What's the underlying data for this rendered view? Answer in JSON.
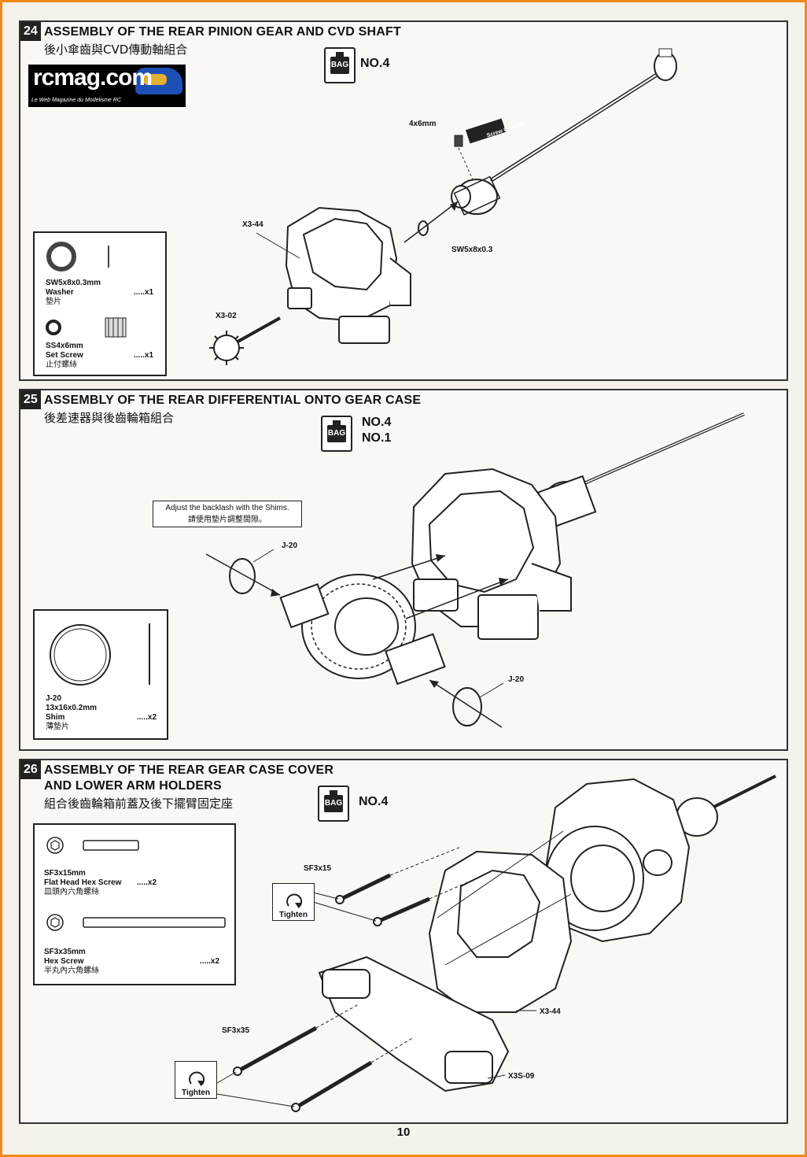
{
  "logo": {
    "text": "rcmag.com",
    "tagline": "Le Web Magazine du Modelisme RC"
  },
  "s24": {
    "number": "24",
    "title": "ASSEMBLY OF THE REAR PINION GEAR AND CVD SHAFT",
    "subtitle": "後小傘齒與CVD傳動軸組合",
    "bag_label": "BAG",
    "bag_no": "NO.4",
    "parts": [
      {
        "name": "SW5x8x0.3mm",
        "desc": "Washer",
        "cn": "墊片",
        "qty": ".....x1"
      },
      {
        "name": "SS4x6mm",
        "desc": "Set Screw",
        "cn": "止付螺絲",
        "qty": ".....x1"
      }
    ],
    "callouts": {
      "set_screw": "4x6mm",
      "cement": "Screw Cement",
      "washer": "SW5x8x0.3",
      "case": "X3-44",
      "pinion": "X3-02"
    }
  },
  "s25": {
    "number": "25",
    "title": "ASSEMBLY OF THE REAR DIFFERENTIAL ONTO GEAR CASE",
    "subtitle": "後差速器與後齒輪箱組合",
    "bag_label": "BAG",
    "bag_no1": "NO.4",
    "bag_no2": "NO.1",
    "note_en": "Adjust the backlash with the Shims.",
    "note_cn": "請使用墊片調整間隙。",
    "parts": [
      {
        "name": "J-20",
        "size": "13x16x0.2mm",
        "desc": "Shim",
        "cn": "薄墊片",
        "qty": ".....x2"
      }
    ],
    "callouts": {
      "shim_top": "J-20",
      "shim_bottom": "J-20"
    }
  },
  "s26": {
    "number": "26",
    "title1": "ASSEMBLY OF THE REAR GEAR CASE COVER",
    "title2": "AND LOWER ARM HOLDERS",
    "subtitle": "組合後齒輪箱前蓋及後下擺臂固定座",
    "bag_label": "BAG",
    "bag_no": "NO.4",
    "parts": [
      {
        "name": "SF3x15mm",
        "desc": "Flat Head Hex Screw",
        "cn": "皿頭內六角螺絲",
        "qty": ".....x2"
      },
      {
        "name": "SF3x35mm",
        "desc": "Hex Screw",
        "cn": "半丸內六角螺絲",
        "qty": ".....x2"
      }
    ],
    "callouts": {
      "short_screw": "SF3x15",
      "long_screw": "SF3x35",
      "case": "X3-44",
      "holder": "X3S-09",
      "tighten1": "Tighten",
      "tighten2": "Tighten"
    }
  },
  "page_number": "10"
}
